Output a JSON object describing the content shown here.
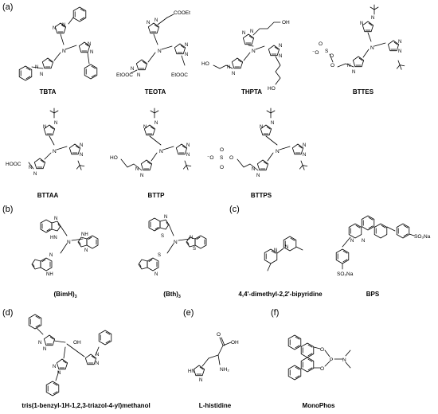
{
  "panels": {
    "a": "(a)",
    "b": "(b)",
    "c": "(c)",
    "d": "(d)",
    "e": "(e)",
    "f": "(f)"
  },
  "compounds": {
    "tbta": "TBTA",
    "teota": "TEOTA",
    "thpta": "THPTA",
    "bttes": "BTTES",
    "bttaa": "BTTAA",
    "bttp": "BTTP",
    "bttps": "BTTPS",
    "bimh3": "(BimH)",
    "bimh3_sub": "3",
    "bth3": "(Bth)",
    "bth3_sub": "3",
    "dmbpy": "4,4'-dimethyl-2,2'-bipyridine",
    "bps": "BPS",
    "tbtm": "tris(1-benzyl-1H-1,2,3-triazol-4-yl)methanol",
    "his": "L-histidine",
    "monophos": "MonoPhos"
  },
  "atoms": {
    "N": "N",
    "NH": "NH",
    "HN": "HN",
    "S": "S",
    "O": "O",
    "OH": "OH",
    "HO": "HO",
    "NH2": "NH₂",
    "P": "P",
    "COOEt": "COOEt",
    "EtOOC": "EtOOC",
    "HOOC": "HOOC",
    "SO3Na": "SO₃Na",
    "sulfonate": "-O-S-O",
    "O_minus": "⁻O"
  }
}
